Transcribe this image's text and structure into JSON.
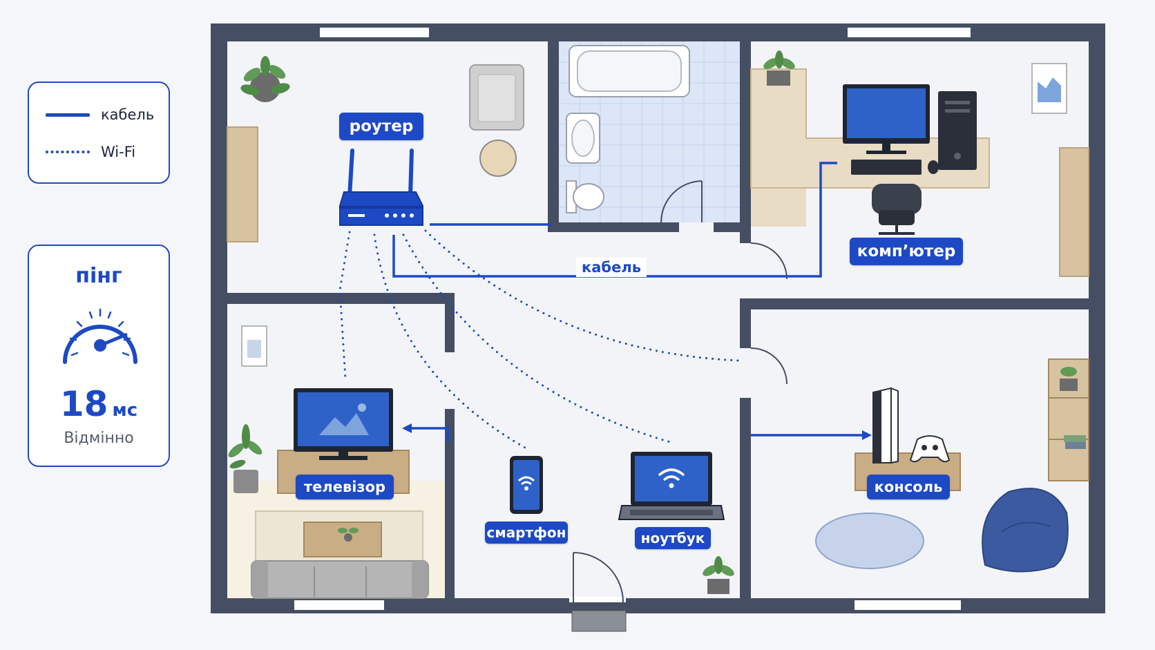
{
  "legend": {
    "cable_label": "кабель",
    "wifi_label": "Wi-Fi"
  },
  "ping": {
    "title": "пінг",
    "value": "18",
    "unit": "мс",
    "status": "Відмінно",
    "gauge_level": 0.75
  },
  "devices": {
    "router": "роутер",
    "computer": "комп’ютер",
    "tv": "телевізор",
    "smartphone": "смартфон",
    "laptop": "ноутбук",
    "console": "консоль"
  },
  "cable_label": "кабель",
  "colors": {
    "accent": "#1d49c4",
    "wall": "#454e62",
    "floor": "#f3f4f8",
    "bathroom_tile": "#dce6f7",
    "wood": "#d8c3a1"
  }
}
